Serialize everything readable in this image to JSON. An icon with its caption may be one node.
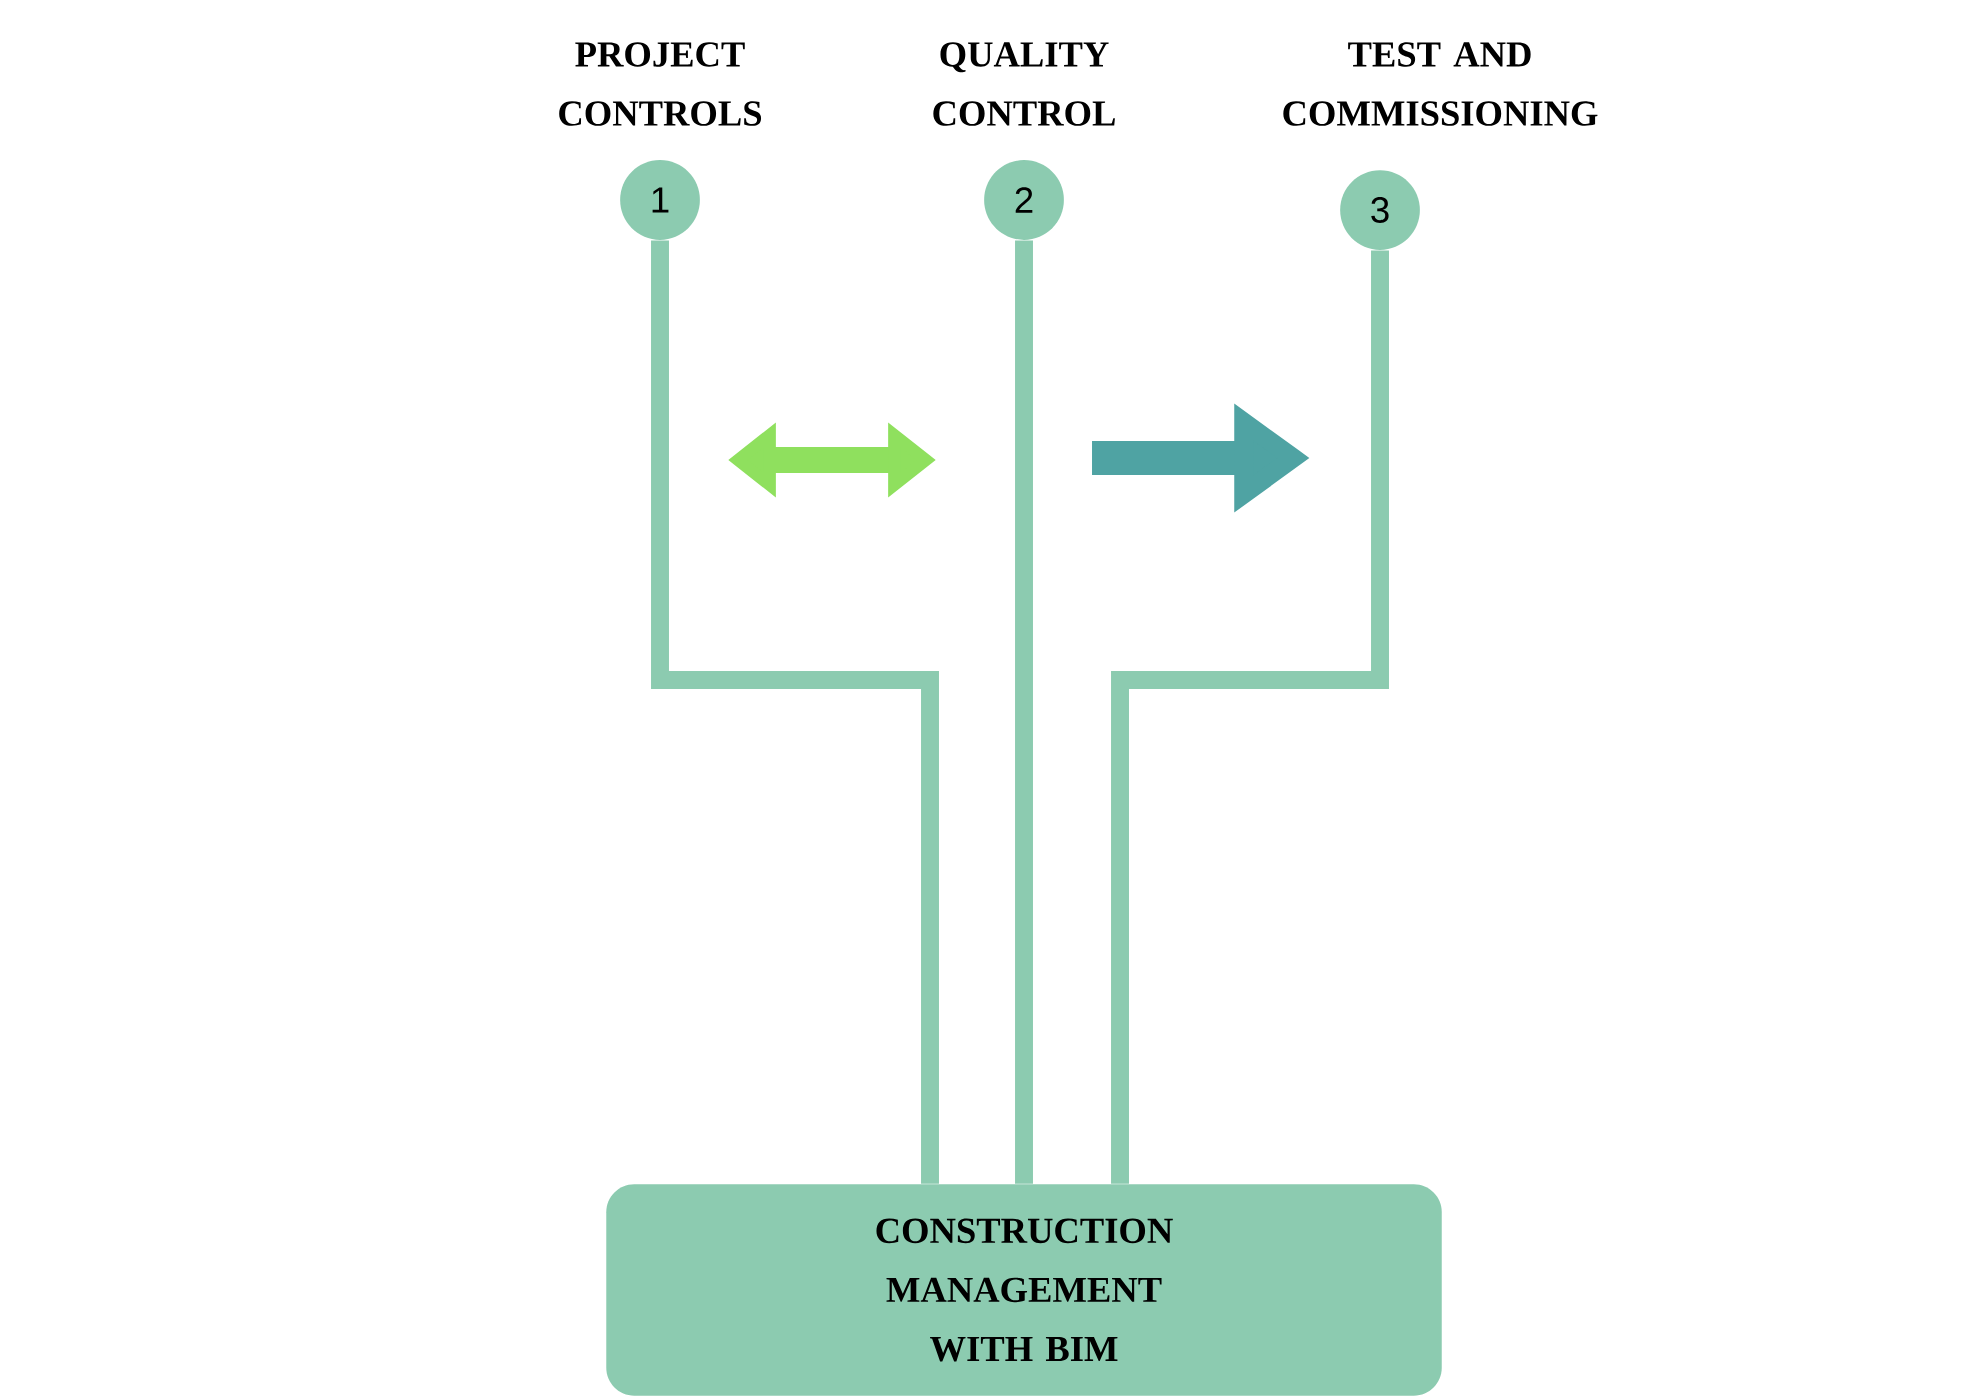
{
  "diagram": {
    "nodes": [
      {
        "text": [
          "PROJECT CONTROLS",
          "1"
        ]
      },
      {
        "text": [
          "QUALITY CONTROL",
          "2"
        ]
      },
      {
        "text": [
          "TEST AND COMMISSIONING",
          "3"
        ]
      },
      {
        "text": [
          "CONSTRUCTION MANAGEMENT WITH BIM"
        ]
      }
    ],
    "edges": [
      {
        "from": 0,
        "to": 3,
        "arrow": "none"
      },
      {
        "from": 1,
        "to": 3,
        "arrow": "none"
      },
      {
        "from": 2,
        "to": 3,
        "arrow": "none"
      }
    ]
  }
}
